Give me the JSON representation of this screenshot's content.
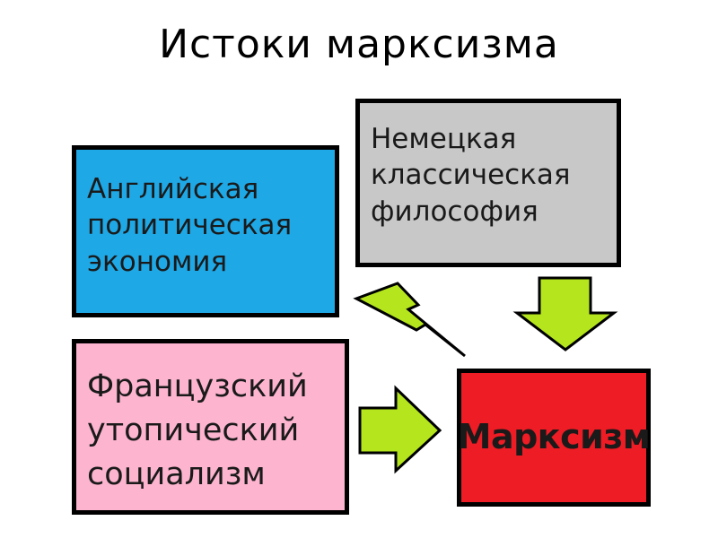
{
  "title": "Истоки марксизма",
  "sources": {
    "english": [
      "Английская",
      "политическая",
      "экономия"
    ],
    "german": [
      "Немецкая",
      "классическая",
      "философия"
    ],
    "french": [
      "Французский",
      "утопический",
      "социализм"
    ]
  },
  "result": "Марксизм",
  "colors": {
    "english": "#1fa8e6",
    "german": "#c8c8c8",
    "french": "#fdb4cf",
    "result": "#ee1c24",
    "arrow": "#b5e61d"
  }
}
